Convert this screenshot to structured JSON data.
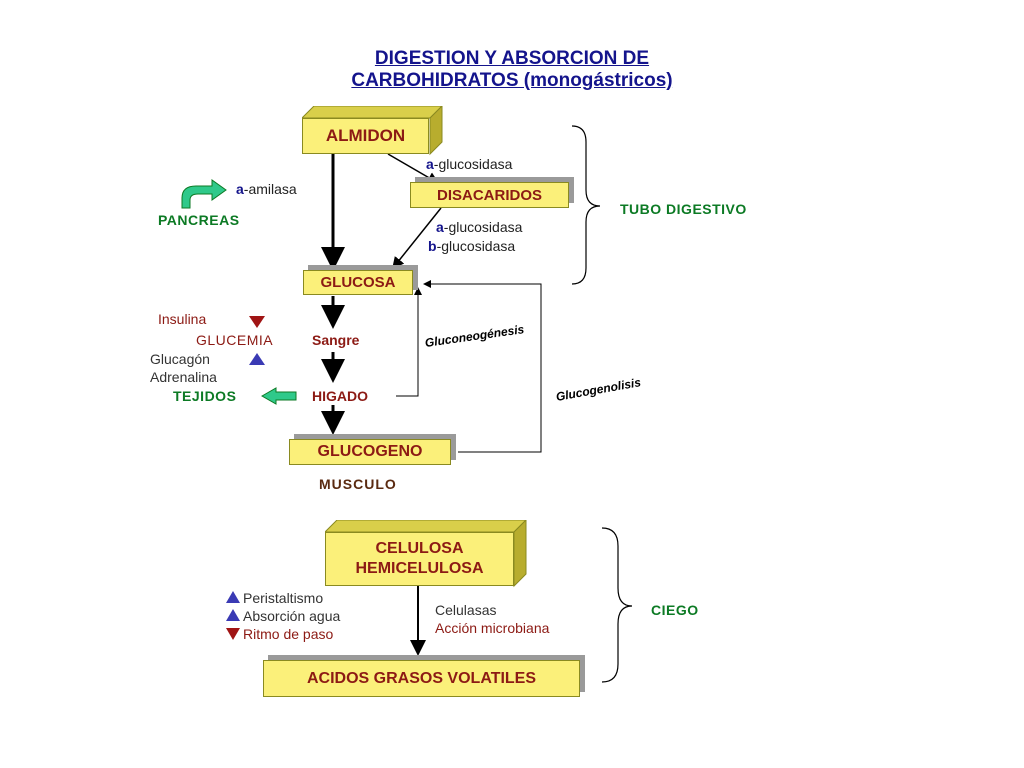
{
  "title": {
    "line1": "DIGESTION Y ABSORCION DE",
    "line2": "CARBOHIDRATOS (monogástricos)"
  },
  "boxes": {
    "almidon": "ALMIDON",
    "disacaridos": "DISACARIDOS",
    "glucosa": "GLUCOSA",
    "glucogeno": "GLUCOGENO",
    "celulosa_line1": "CELULOSA",
    "celulosa_line2": "HEMICELULOSA",
    "agv": "ACIDOS GRASOS VOLATILES"
  },
  "enzymes": {
    "alfa_glucosidasa_1_prefix": "a",
    "alfa_glucosidasa_1_suffix": "-glucosidasa",
    "alfa_amilasa_prefix": "a",
    "alfa_amilasa_suffix": "-amilasa",
    "alfa_glucosidasa_2_prefix": "a",
    "alfa_glucosidasa_2_suffix": "-glucosidasa",
    "beta_glucosidasa_prefix": "b",
    "beta_glucosidasa_suffix": "-glucosidasa"
  },
  "labels": {
    "pancreas": "PANCREAS",
    "tubo_digestivo": "TUBO DIGESTIVO",
    "insulina": "Insulina",
    "glucemia": "GLUCEMIA",
    "sangre": "Sangre",
    "glucagon": "Glucagón",
    "adrenalina": "Adrenalina",
    "tejidos": "TEJIDOS",
    "higado": "HIGADO",
    "musculo": "MUSCULO",
    "gluconeogenesis": "Gluconeogénesis",
    "glucogenolisis": "Glucogenolisis",
    "peristaltismo": "Peristaltismo",
    "absorcion_agua": "Absorción agua",
    "ritmo_paso": "Ritmo de paso",
    "celulasas": "Celulasas",
    "accion_microbiana": "Acción microbiana",
    "ciego": "CIEGO"
  },
  "colors": {
    "box_fill": "#fbf07a",
    "box_text": "#8c1a14",
    "title_blue": "#14148c",
    "green_label": "#0c7a24",
    "triangle_up": "#3a3ab4",
    "triangle_down": "#a01414",
    "green_arrow": "#2fc98a"
  }
}
